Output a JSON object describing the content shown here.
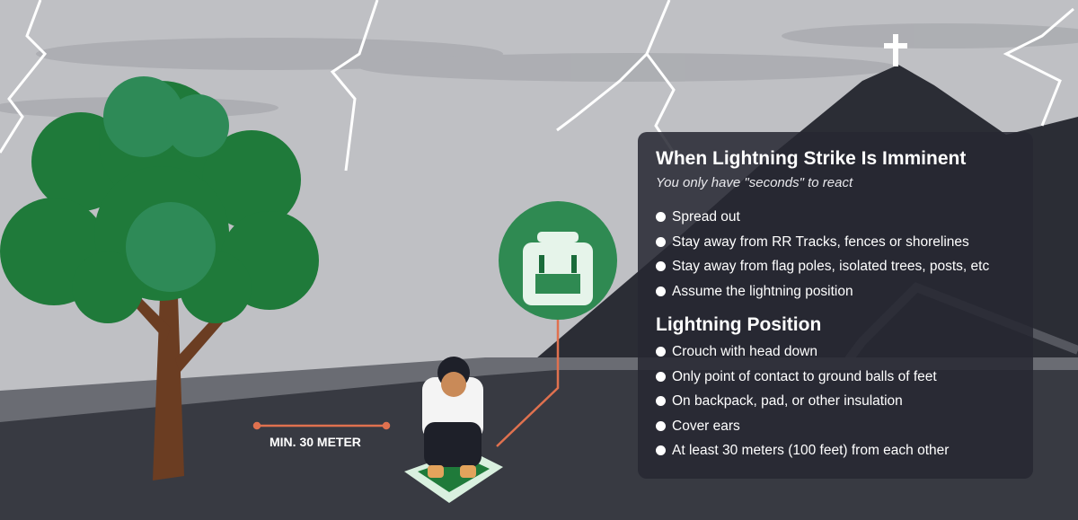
{
  "panel": {
    "title": "When Lightning Strike Is Imminent",
    "subtitle": "You only have \"seconds\" to react",
    "imminent_items": [
      "Spread out",
      "Stay away from RR Tracks, fences or shorelines",
      "Stay away from flag poles, isolated trees, posts, etc",
      "Assume the lightning position"
    ],
    "position_title": "Lightning Position",
    "position_items": [
      "Crouch with head down",
      "Only point of contact to ground balls of feet",
      "On backpack, pad, or other insulation",
      "Cover ears",
      "At least 30 meters (100 feet) from each other"
    ]
  },
  "distance_label": "MIN. 30 METER",
  "colors": {
    "sky": "#bfc0c4",
    "ground": "#383a42",
    "mountain": "#2b2d35",
    "tree_green": "#1f7a3a",
    "badge_green": "#2f8a52",
    "accent_orange": "#e0714f"
  }
}
